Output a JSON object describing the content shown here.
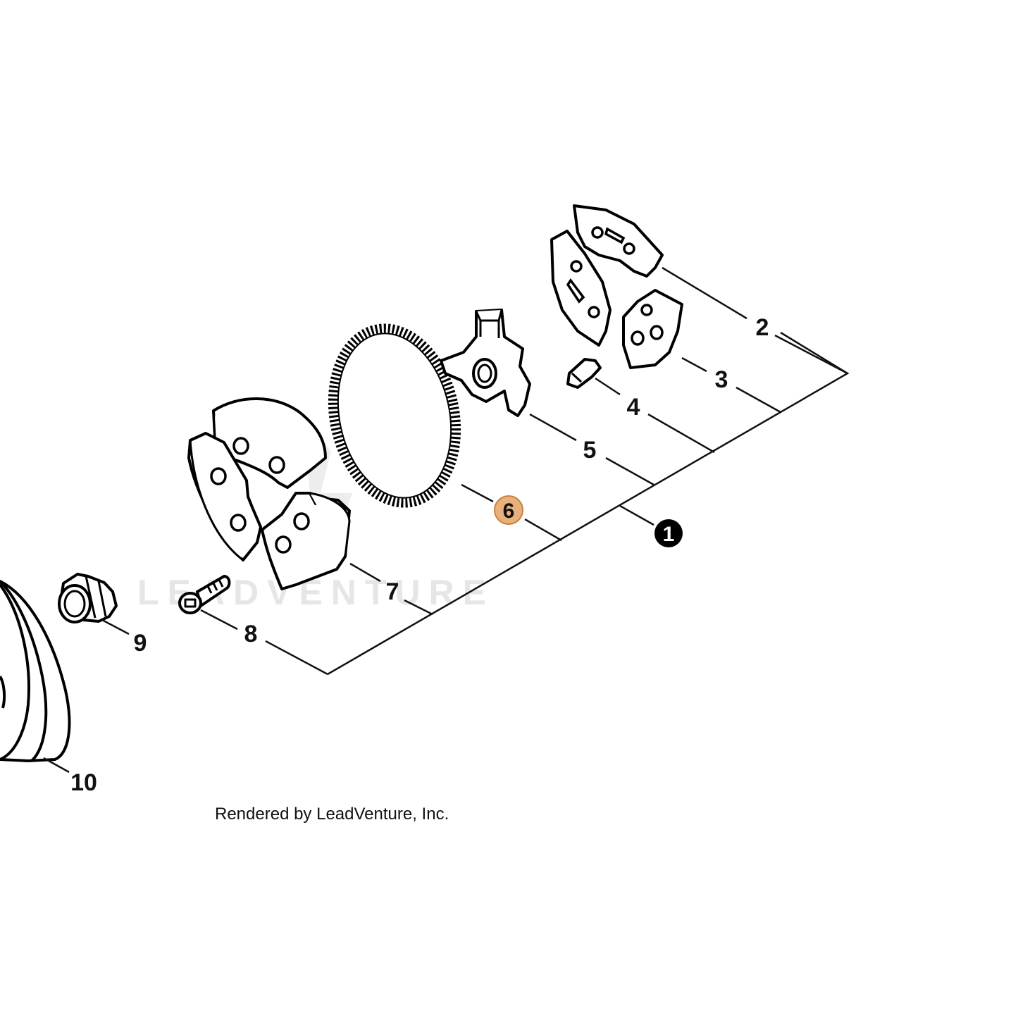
{
  "watermark": {
    "text": "LEADVENTURE"
  },
  "credit": "Rendered by LeadVenture, Inc.",
  "callouts": {
    "c1": "1",
    "c2": "2",
    "c3": "3",
    "c4": "4",
    "c5": "5",
    "c6": "6",
    "c7": "7",
    "c8": "8",
    "c9": "9",
    "c10": "10"
  },
  "colors": {
    "highlight_fill": "#e8b07a",
    "highlight_stroke": "#c8823e",
    "badge_fill": "#000000"
  }
}
